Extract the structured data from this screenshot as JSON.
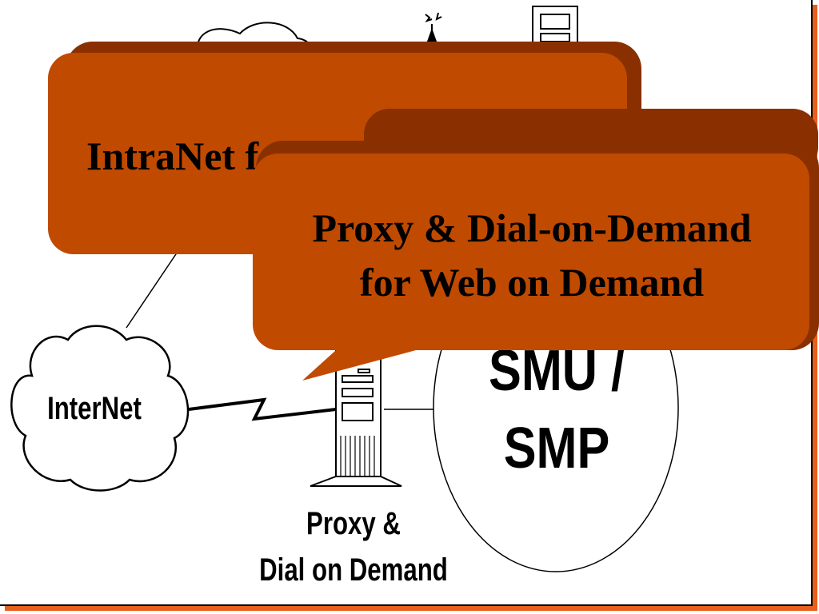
{
  "diagram": {
    "internet_label": "InterNet",
    "smu_label_line1": "SMU /",
    "smu_label_line2": "SMP",
    "proxy_label_line1": "Proxy &",
    "proxy_label_line2": "Dial on Demand"
  },
  "callouts": {
    "intranet_text": "IntraNet for Business",
    "proxy_line1": "Proxy & Dial-on-Demand",
    "proxy_line2": "for Web on Demand"
  },
  "colors": {
    "callout_fill": "#c04a00",
    "callout_shadow": "#8a3000",
    "frame_accent": "#e8601c"
  }
}
